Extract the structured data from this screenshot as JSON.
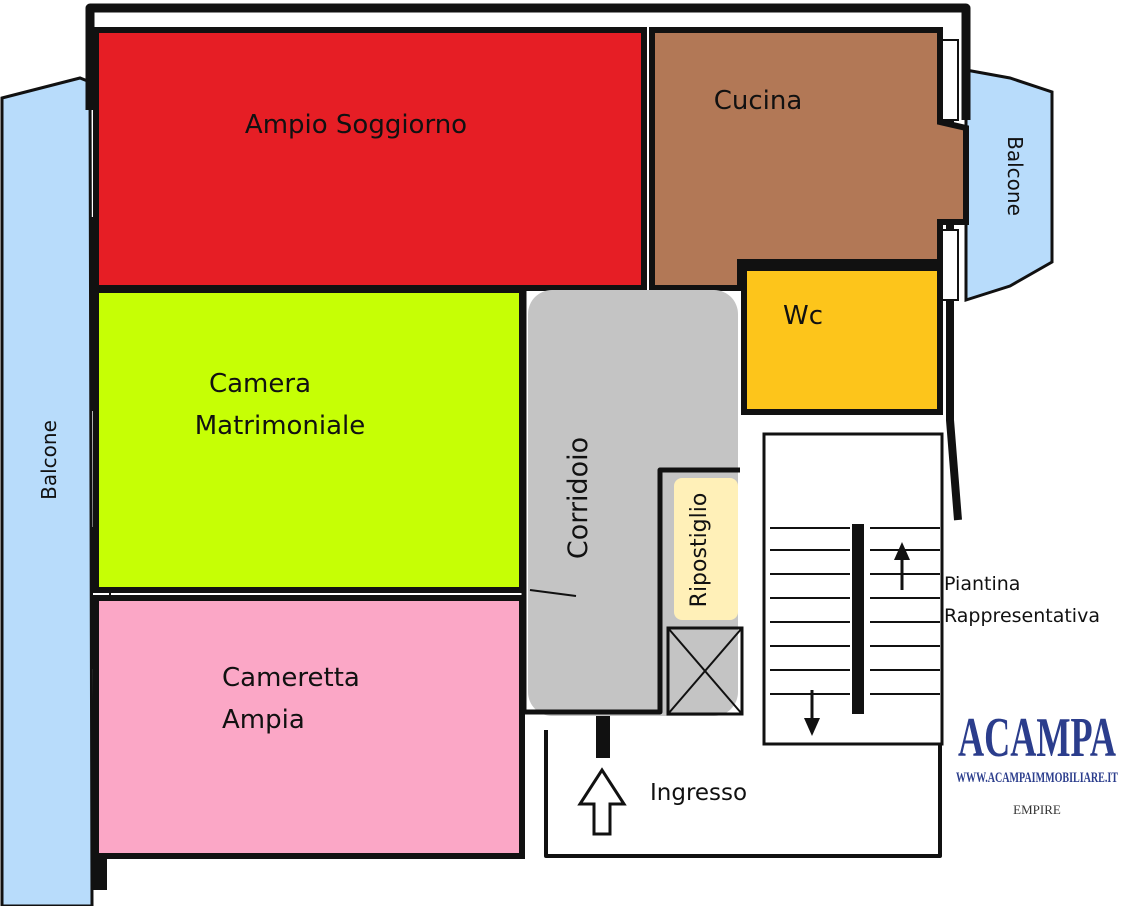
{
  "rooms": {
    "soggiorno": {
      "label": "Ampio Soggiorno",
      "color": "#e61e25"
    },
    "cucina": {
      "label": "Cucina",
      "color": "#b27856"
    },
    "wc": {
      "label": "Wc",
      "color": "#fdc51b"
    },
    "camera": {
      "line1": "Camera",
      "line2": "Matrimoniale",
      "color": "#c6ff05"
    },
    "corridoio": {
      "label": "Corridoio",
      "color": "#c4c4c4"
    },
    "ripostiglio": {
      "label": "Ripostiglio",
      "color": "#fff0b8"
    },
    "cameretta": {
      "line1": "Cameretta",
      "line2": "Ampia",
      "color": "#fba7c6"
    },
    "balcone_left": {
      "label": "Balcone",
      "color": "#b8dcfb"
    },
    "balcone_right": {
      "label": "Balcone",
      "color": "#b8dcfb"
    },
    "ingresso": {
      "label": "Ingresso"
    }
  },
  "note": {
    "line1": "Piantina",
    "line2": "Rappresentativa"
  },
  "logo": {
    "brand": "ACAMPA",
    "website": "WWW.ACAMPAIMMOBILIARE.IT",
    "network": "EMPIRE",
    "brand_color": "#2b3d8c"
  }
}
